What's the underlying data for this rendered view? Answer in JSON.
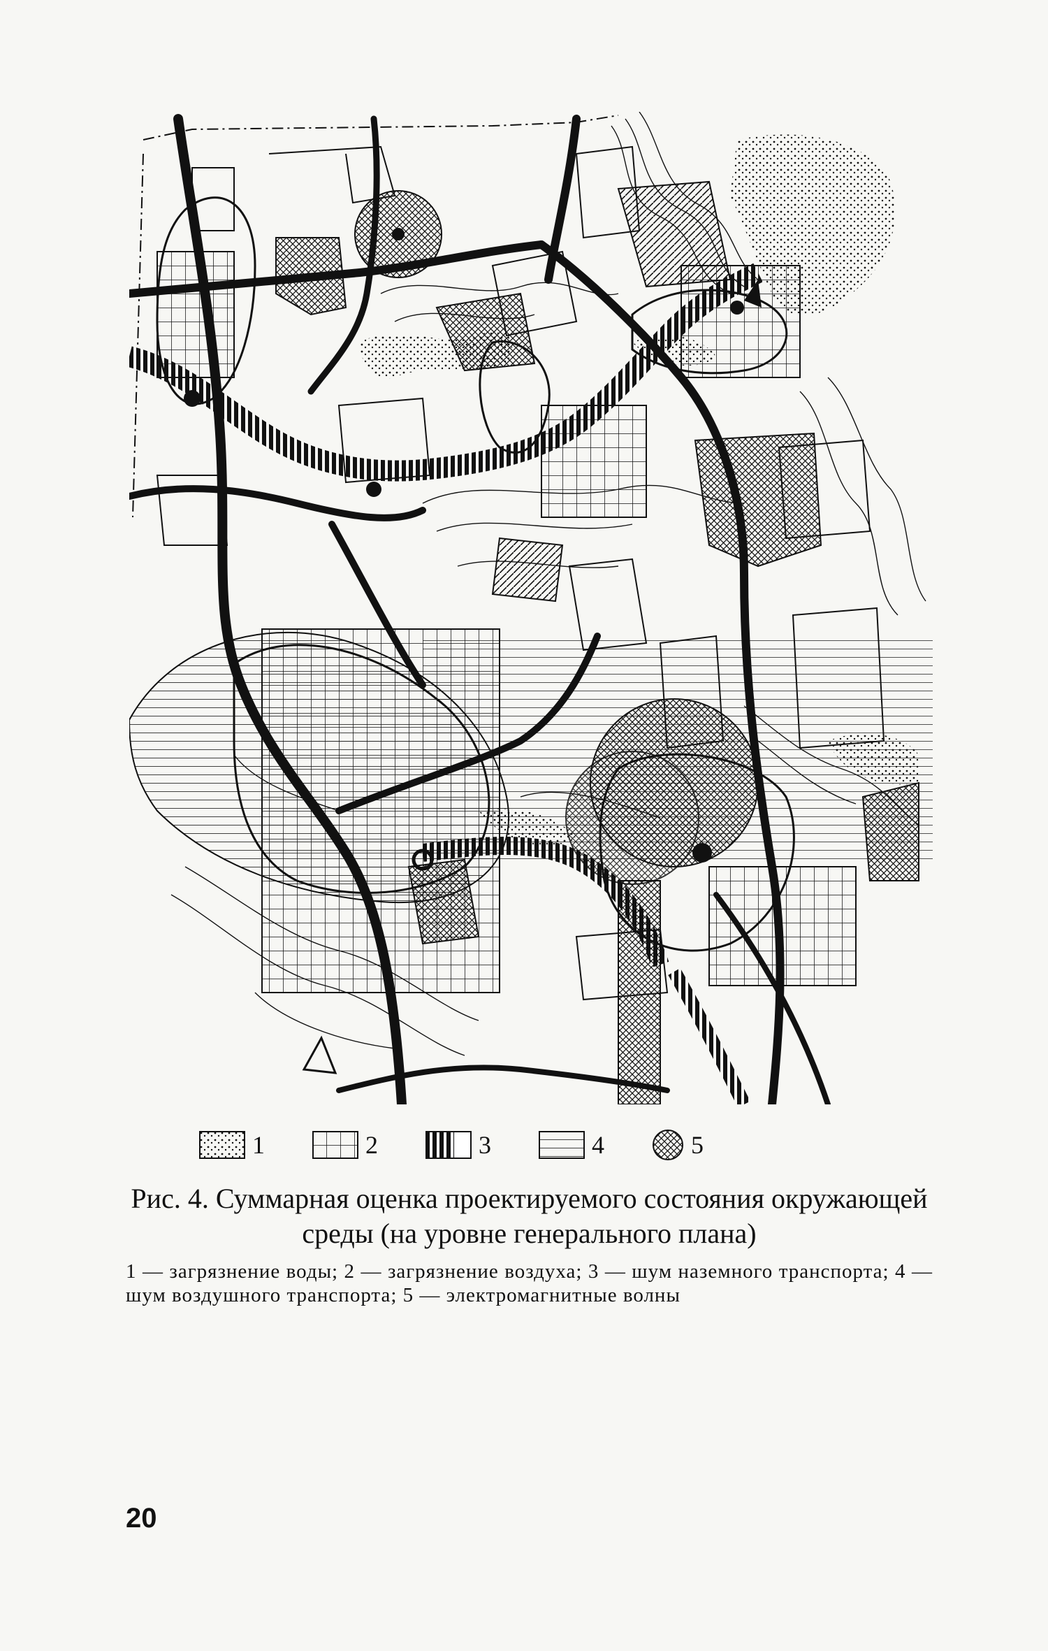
{
  "figure": {
    "title": "Рис. 4. Суммарная оценка проектируемого состояния окружающей среды (на уровне генерального плана)",
    "legend_text": "1 — загрязнение воды; 2 — загрязнение воздуха; 3 — шум наземного транспорта; 4 — шум воздушного транспорта; 5 — электромагнитные волны"
  },
  "legend": [
    {
      "num": "1",
      "hatch": "dots"
    },
    {
      "num": "2",
      "hatch": "grid"
    },
    {
      "num": "3",
      "hatch": "thick-bars"
    },
    {
      "num": "4",
      "hatch": "horizontal-lines"
    },
    {
      "num": "5",
      "hatch": "crosshatch-circle"
    }
  ],
  "page": {
    "number": "20"
  },
  "colors": {
    "ink": "#111111",
    "paper": "#f7f7f4"
  }
}
